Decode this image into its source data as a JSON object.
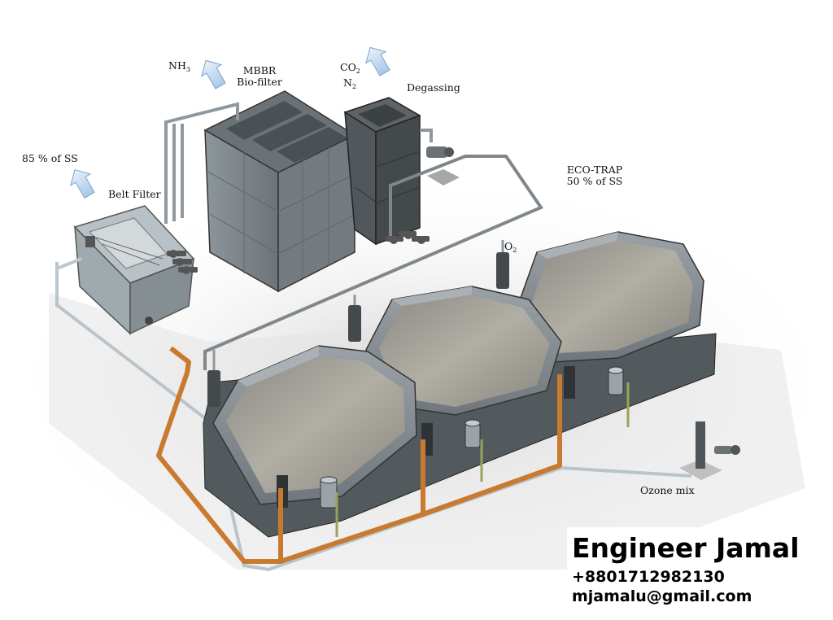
{
  "labels": {
    "nh3": "NH",
    "nh3_sub": "3",
    "mbbr_line1": "MBBR",
    "mbbr_line2": "Bio-filter",
    "co2": "CO",
    "co2_sub": "2",
    "n2": "N",
    "n2_sub": "2",
    "degassing": "Degassing",
    "ss85": "85 % of SS",
    "belt_filter": "Belt Filter",
    "ecotrap_line1": "ECO-TRAP",
    "ecotrap_line2": "50 % of SS",
    "o2": "O",
    "o2_sub": "2",
    "ozone_mix": "Ozone mix"
  },
  "credit": {
    "name": "Engineer Jamal",
    "phone": "+8801712982130",
    "email": "mjamalu@gmail.com"
  },
  "colors": {
    "tank_wall": "#8f979c",
    "water": "#9c9a93",
    "copper_pipe": "#c87a2e",
    "grey_pipe": "#9aa0a4",
    "arrow_fill": "#cfe2f3"
  }
}
